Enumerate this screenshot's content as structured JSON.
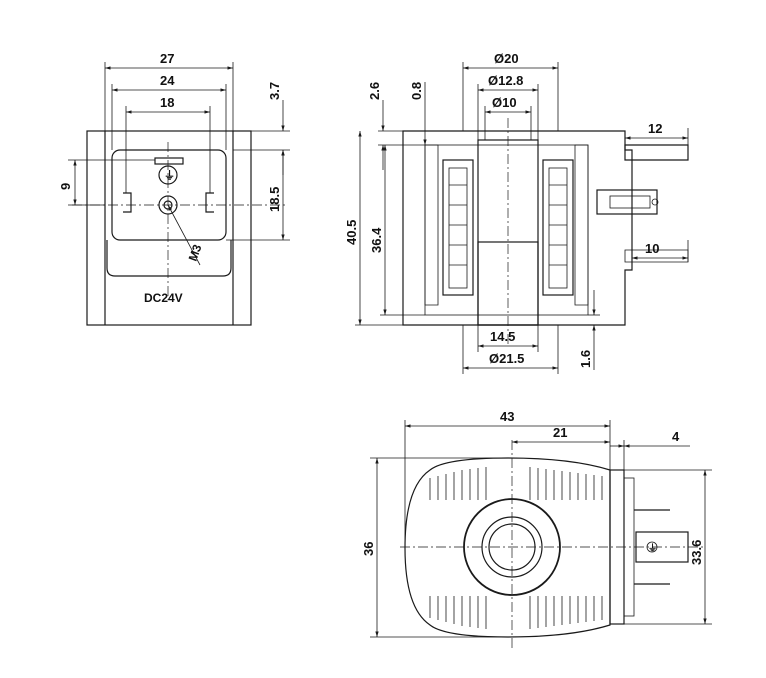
{
  "front_view": {
    "dims": {
      "w27": "27",
      "w24": "24",
      "w18": "18",
      "h3_7": "3.7",
      "h9": "9",
      "h18_5": "18.5"
    },
    "thread_label": "M3",
    "voltage_label": "DC24V"
  },
  "section_view": {
    "dims": {
      "d20": "Ø20",
      "d12_8": "Ø12.8",
      "d10": "Ø10",
      "h2_6": "2.6",
      "h0_8": "0.8",
      "w12": "12",
      "w10": "10",
      "h40_5": "40.5",
      "h36_4": "36.4",
      "w14_5": "14.5",
      "d21_5": "Ø21.5",
      "h1_6": "1.6"
    }
  },
  "top_view": {
    "dims": {
      "w43": "43",
      "w21": "21",
      "w4": "4",
      "h36": "36",
      "h33_6": "33.6"
    }
  }
}
